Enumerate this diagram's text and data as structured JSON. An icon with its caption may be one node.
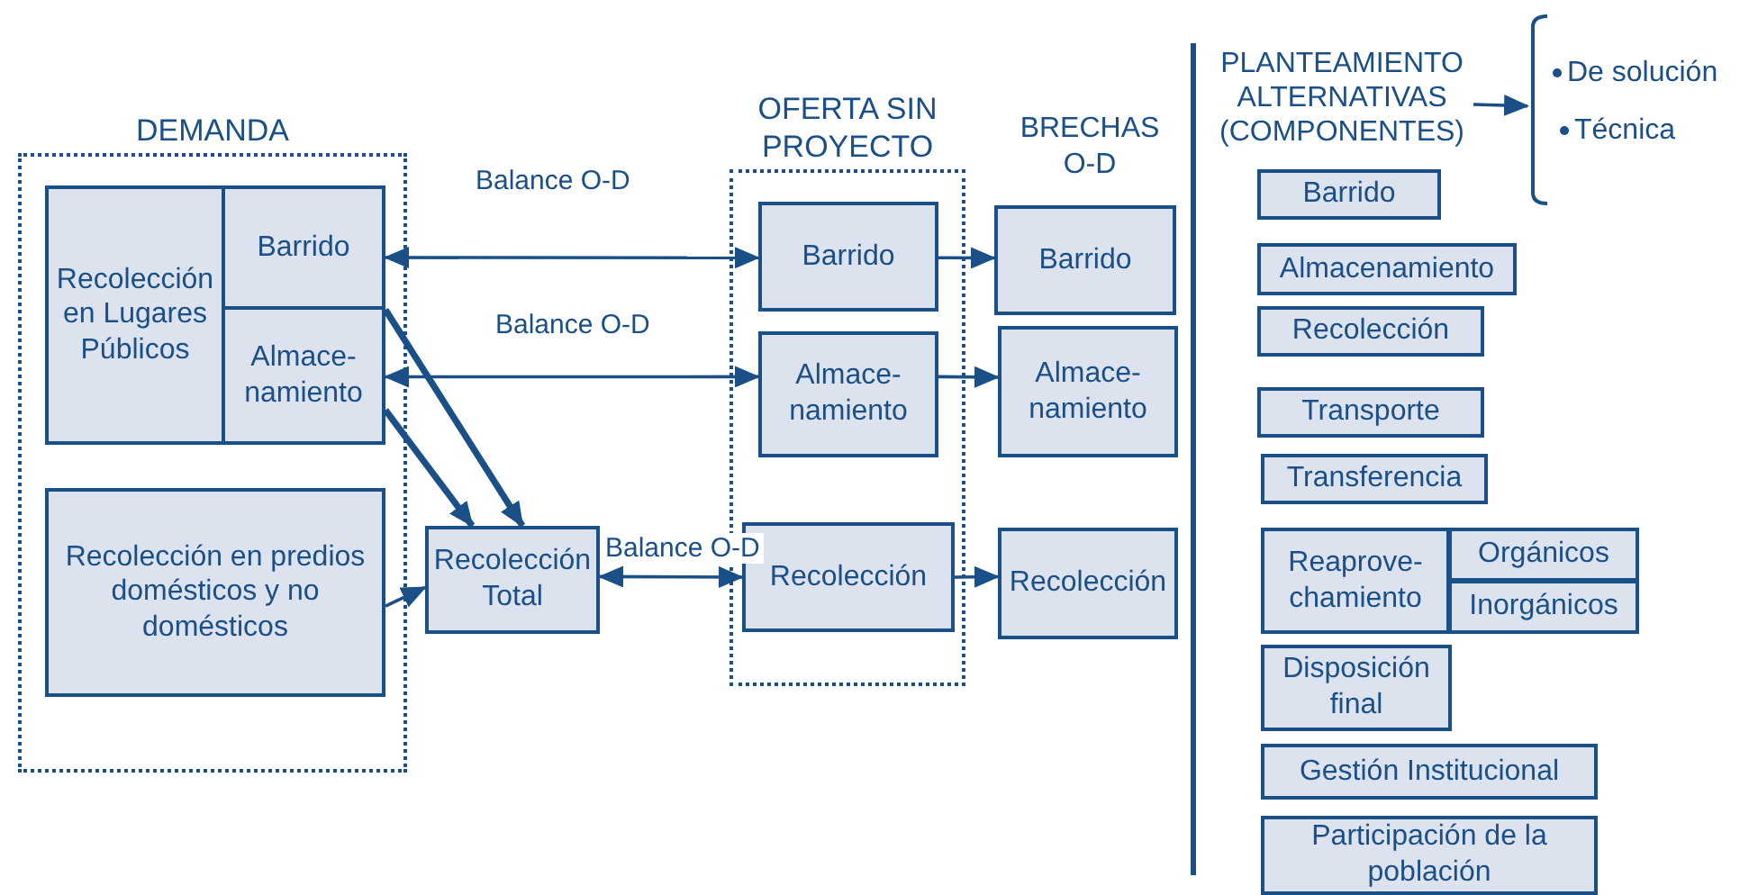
{
  "diagram": {
    "nodes": [
      {
        "text": [
          "DEMANDA"
        ]
      },
      {
        "text": [
          "Recolección en Lugares Públicos"
        ],
        "in": 0
      },
      {
        "text": [
          "Barrido"
        ],
        "in": 0
      },
      {
        "text": [
          "Almace- namiento"
        ],
        "in": 0
      },
      {
        "text": [
          "Recolección en predios domésticos y no domésticos"
        ],
        "in": 0
      },
      {
        "text": [
          "Recolección Total"
        ]
      },
      {
        "text": [
          "OFERTA SIN PROYECTO"
        ]
      },
      {
        "text": [
          "Barrido"
        ],
        "in": 6
      },
      {
        "text": [
          "Almace- namiento"
        ],
        "in": 6
      },
      {
        "text": [
          "Recolección"
        ],
        "in": 6
      },
      {
        "text": [
          "Barrido"
        ]
      },
      {
        "text": [
          "Almace- namiento"
        ]
      },
      {
        "text": [
          "Recolección"
        ]
      },
      {
        "text": [
          "PLANTEAMIENTO ALTERNATIVAS (COMPONENTES)"
        ]
      },
      {
        "text": [
          "De solución",
          "Técnica"
        ]
      },
      {
        "text": [
          "Barrido"
        ]
      },
      {
        "text": [
          "Almacenamiento"
        ]
      },
      {
        "text": [
          "Recolección"
        ]
      },
      {
        "text": [
          "Transporte"
        ]
      },
      {
        "text": [
          "Transferencia"
        ]
      },
      {
        "text": [
          "Reaprove- chamiento"
        ]
      },
      {
        "text": [
          "Orgánicos"
        ]
      },
      {
        "text": [
          "Inorgánicos"
        ]
      },
      {
        "text": [
          "Disposición final"
        ]
      },
      {
        "text": [
          "Gestión Institucional"
        ]
      },
      {
        "text": [
          "Participación de la población"
        ]
      }
    ],
    "edges": [
      {
        "from": 2,
        "to": 7,
        "arrow": "both",
        "label": "Balance O-D"
      },
      {
        "from": 3,
        "to": 8,
        "arrow": "both",
        "label": "Balance O-D"
      },
      {
        "from": 5,
        "to": 9,
        "arrow": "both",
        "label": "Balance O-D"
      },
      {
        "from": 2,
        "to": 5,
        "arrow": "to",
        "style": "thick"
      },
      {
        "from": 3,
        "to": 5,
        "arrow": "to",
        "style": "thick"
      },
      {
        "from": 4,
        "to": 5,
        "arrow": "to"
      },
      {
        "from": 7,
        "to": 10,
        "arrow": "to"
      },
      {
        "from": 8,
        "to": 11,
        "arrow": "to"
      },
      {
        "from": 9,
        "to": 12,
        "arrow": "to"
      },
      {
        "from": 13,
        "to": 14,
        "arrow": "to"
      }
    ],
    "labels": [
      "BRECHAS O-D"
    ]
  }
}
